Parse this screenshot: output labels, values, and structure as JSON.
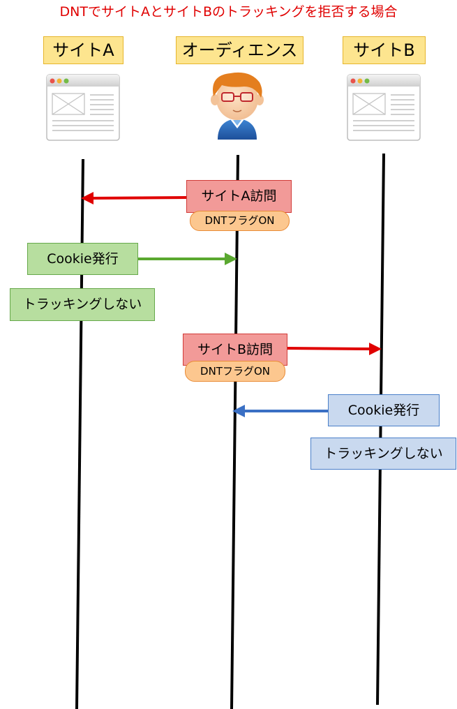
{
  "title": "DNTでサイトAとサイトBのトラッキングを拒否する場合",
  "actors": {
    "site_a": "サイトA",
    "audience": "オーディエンス",
    "site_b": "サイトB"
  },
  "messages": {
    "visit_a": "サイトA訪問",
    "dnt_flag_a": "DNTフラグON",
    "cookie_a": "Cookie発行",
    "no_tracking_a": "トラッキングしない",
    "visit_b": "サイトB訪問",
    "dnt_flag_b": "DNTフラグON",
    "cookie_b": "Cookie発行",
    "no_tracking_b": "トラッキングしない"
  },
  "colors": {
    "title": "#e00000",
    "red_arrow": "#e00000",
    "green_arrow": "#5aa830",
    "blue_arrow": "#3a6fc4"
  },
  "icons": {
    "site_a": "browser-window-icon",
    "audience": "person-with-glasses-icon",
    "site_b": "browser-window-icon"
  }
}
